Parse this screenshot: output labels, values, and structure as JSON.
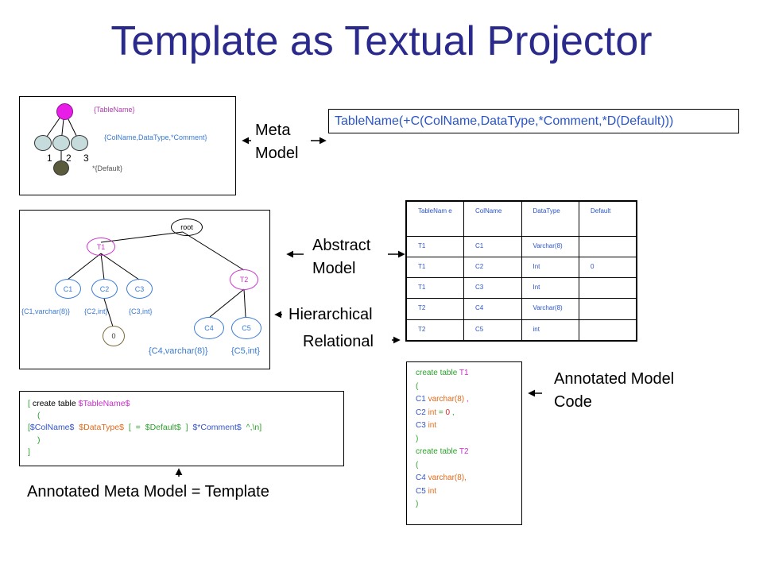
{
  "title": "Template as Textual Projector",
  "meta_model": {
    "label_line1": "Meta",
    "label_line2": "Model",
    "tree_labels": {
      "table_name": "{TableName}",
      "columns": "{ColName,DataType,*Comment}",
      "default": "*{Default}"
    },
    "numbers": [
      "1",
      "2",
      "3"
    ],
    "schema": "TableName(+C(ColName,DataType,*Comment,*D(Default)))"
  },
  "abstract_model": {
    "label_line1": "Abstract",
    "label_line2": "Model",
    "nodes": {
      "root": "root",
      "t1": "T1",
      "t2": "T2",
      "c1": "C1",
      "c2": "C2",
      "c3": "C3",
      "c4": "C4",
      "c5": "C5",
      "zero": "0"
    },
    "annotations": {
      "c1": "{C1,varchar(8)}",
      "c2": "{C2,int}",
      "c3": "{C3,int}",
      "c4": "{C4,varchar(8)}",
      "c5": "{C5,int}"
    }
  },
  "hierarchical_relational": {
    "line1": "Hierarchical",
    "line2": "Relational"
  },
  "relational_table": {
    "headers": [
      "TableNam e",
      "ColName",
      "DataType",
      "Default"
    ],
    "rows": [
      [
        "T1",
        "C1",
        "Varchar(8)",
        ""
      ],
      [
        "T1",
        "C2",
        "Int",
        "0"
      ],
      [
        "T1",
        "C3",
        "Int",
        ""
      ],
      [
        "T2",
        "C4",
        "Varchar(8)",
        ""
      ],
      [
        "T2",
        "C5",
        "int",
        ""
      ]
    ]
  },
  "annotated_code": {
    "label_line1": "Annotated Model",
    "label_line2": "Code",
    "lines": [
      [
        {
          "t": "create table ",
          "c": "green"
        },
        {
          "t": "T1",
          "c": "mag"
        }
      ],
      [
        {
          "t": "(",
          "c": "green"
        }
      ],
      [
        {
          "t": "C1",
          "c": "blue"
        },
        {
          "t": " varchar(8)",
          "c": "orange"
        },
        {
          "t": " ,",
          "c": "mag"
        }
      ],
      [
        {
          "t": "C2",
          "c": "blue"
        },
        {
          "t": " int",
          "c": "orange"
        },
        {
          "t": " = ",
          "c": "green"
        },
        {
          "t": "0",
          "c": "red"
        },
        {
          "t": " ,",
          "c": "green"
        }
      ],
      [
        {
          "t": "C3",
          "c": "blue"
        },
        {
          "t": " int",
          "c": "orange"
        }
      ],
      [
        {
          "t": ")",
          "c": "green"
        }
      ],
      [
        {
          "t": "create table ",
          "c": "green"
        },
        {
          "t": "T2",
          "c": "mag"
        }
      ],
      [
        {
          "t": "(",
          "c": "green"
        }
      ],
      [
        {
          "t": "C4",
          "c": "blue"
        },
        {
          "t": " varchar(8),",
          "c": "orange"
        }
      ],
      [
        {
          "t": "C5",
          "c": "blue"
        },
        {
          "t": " int",
          "c": "orange"
        }
      ],
      [
        {
          "t": ")",
          "c": "green"
        }
      ]
    ]
  },
  "template": {
    "label": "Annotated Meta Model = Template",
    "line1": [
      {
        "t": "[  ",
        "c": "green"
      },
      {
        "t": " create table ",
        "c": "black"
      },
      {
        "t": "$TableName$",
        "c": "mag"
      }
    ],
    "line2": [
      {
        "t": "(",
        "c": "green"
      }
    ],
    "line3": [
      {
        "t": "[",
        "c": "green"
      },
      {
        "t": "$ColName$",
        "c": "blue"
      },
      {
        "t": " ",
        "c": "black"
      },
      {
        "t": "$DataType$",
        "c": "orange"
      },
      {
        "t": " ",
        "c": "black"
      },
      {
        "t": "[ = $Default$ ]",
        "c": "green"
      },
      {
        "t": " ",
        "c": "black"
      },
      {
        "t": "$*Comment$",
        "c": "blue"
      },
      {
        "t": " ^,\\n]",
        "c": "green"
      }
    ],
    "line4": [
      {
        "t": ")",
        "c": "green"
      }
    ],
    "line5": [
      {
        "t": "]",
        "c": "green"
      }
    ]
  },
  "colors": {
    "title": "#2a2a8c",
    "node_blue": "#3a7bd5",
    "node_magenta": "#cc33cc",
    "root_node_fill": "#e81ee8",
    "column_node_fill": "#c6dcdc",
    "default_node_fill": "#5a5a3c"
  }
}
